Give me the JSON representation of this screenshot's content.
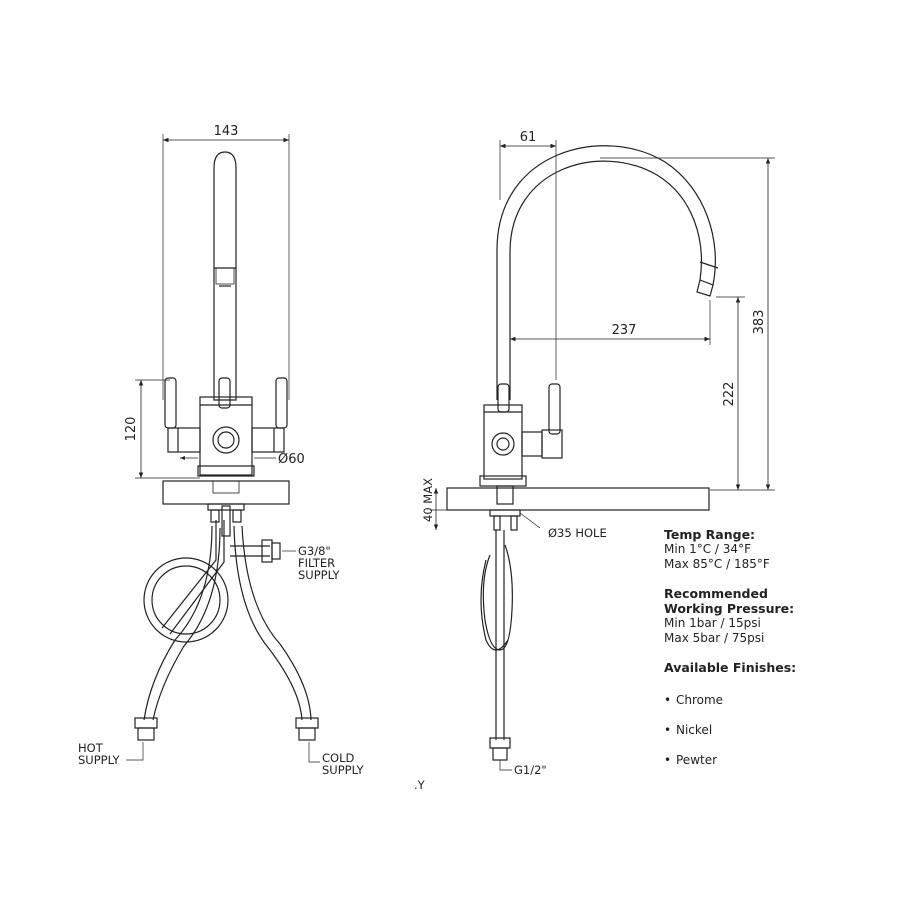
{
  "dimensions": {
    "front_width": "143",
    "front_handle_height": "120",
    "front_base_diameter": "Ø60",
    "side_offset": "61",
    "side_reach": "237",
    "side_total_height": "383",
    "side_spout_height": "222",
    "side_deck_max": "40 MAX",
    "side_hole": "Ø35 HOLE",
    "side_connector": "G1/2\""
  },
  "labels": {
    "filter_1": "G3/8\"",
    "filter_2": "FILTER",
    "filter_3": "SUPPLY",
    "hot_1": "HOT",
    "hot_2": "SUPPLY",
    "cold_1": "COLD",
    "cold_2": "SUPPLY",
    "stray": ".Y"
  },
  "specs": {
    "temp_heading": "Temp Range:",
    "temp_min": "Min 1°C / 34°F",
    "temp_max": "Max 85°C / 185°F",
    "pressure_heading_1": "Recommended",
    "pressure_heading_2": "Working Pressure:",
    "pressure_min": "Min 1bar / 15psi",
    "pressure_max": "Max 5bar / 75psi",
    "finishes_heading": "Available Finishes:",
    "finishes": [
      "Chrome",
      "Nickel",
      "Pewter"
    ]
  },
  "colors": {
    "line": "#222222",
    "background": "#ffffff"
  }
}
